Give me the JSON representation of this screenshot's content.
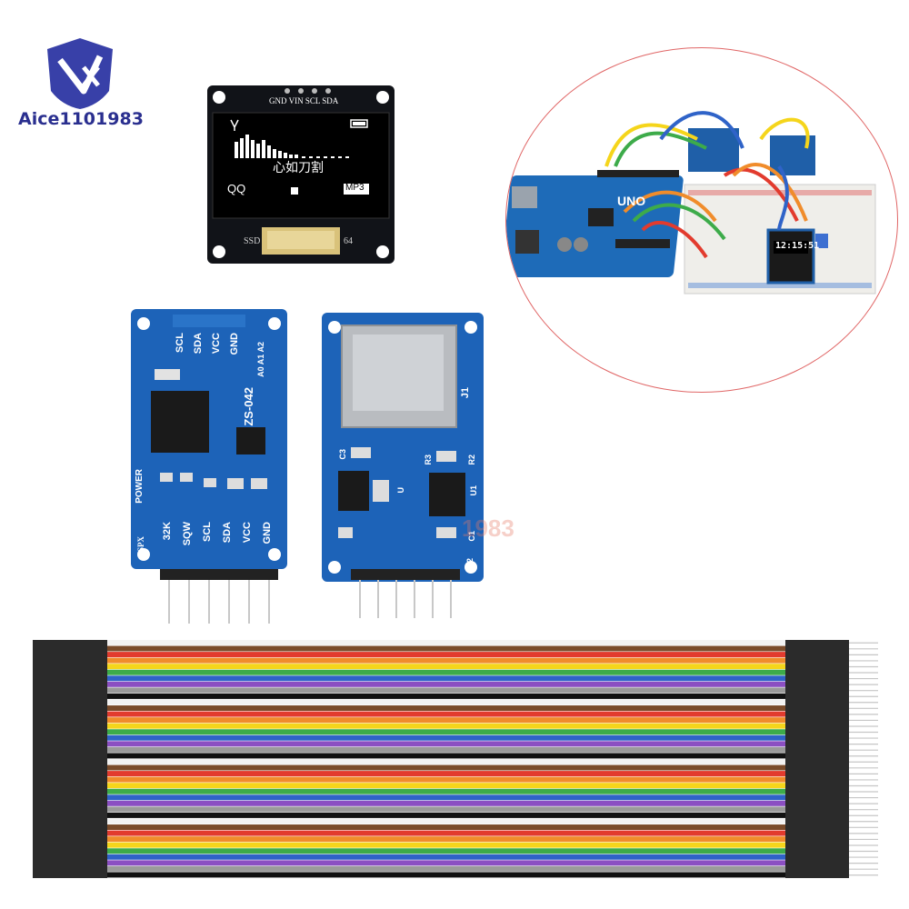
{
  "logo": {
    "brand_text": "Aice1101983"
  },
  "oled": {
    "header_pins": "GND VIN SCL SDA",
    "song_title": "心如刀割",
    "left_label": "QQ",
    "right_label": "MP3",
    "bottom_left": "SSD",
    "bottom_right": "64"
  },
  "rtc_module": {
    "top_pins": [
      "SCL",
      "SDA",
      "VCC",
      "GND"
    ],
    "address_pins": "A0 A1 A2",
    "model": "ZS-042",
    "power_label": "POWER",
    "bottom_pins": [
      "32K",
      "SQW",
      "SCL",
      "SDA",
      "VCC",
      "GND"
    ],
    "spx_label": "SPX"
  },
  "sd_module": {
    "j1": "J1",
    "j2": "J2",
    "r2": "R2",
    "r3": "R3",
    "c3": "C3",
    "c1": "C1",
    "u1": "U1",
    "u": "U",
    "watermark": "1983"
  },
  "arduino_scene": {
    "board_label": "UNO",
    "clock_time": "12:15:51"
  },
  "ribbon": {
    "wire_colors": [
      "#f2f2f2",
      "#7a4b2a",
      "#e23b2e",
      "#f08c2b",
      "#f5d51b",
      "#3dab4a",
      "#2f63c8",
      "#8b4fc2",
      "#9a9a9a",
      "#111111"
    ]
  }
}
